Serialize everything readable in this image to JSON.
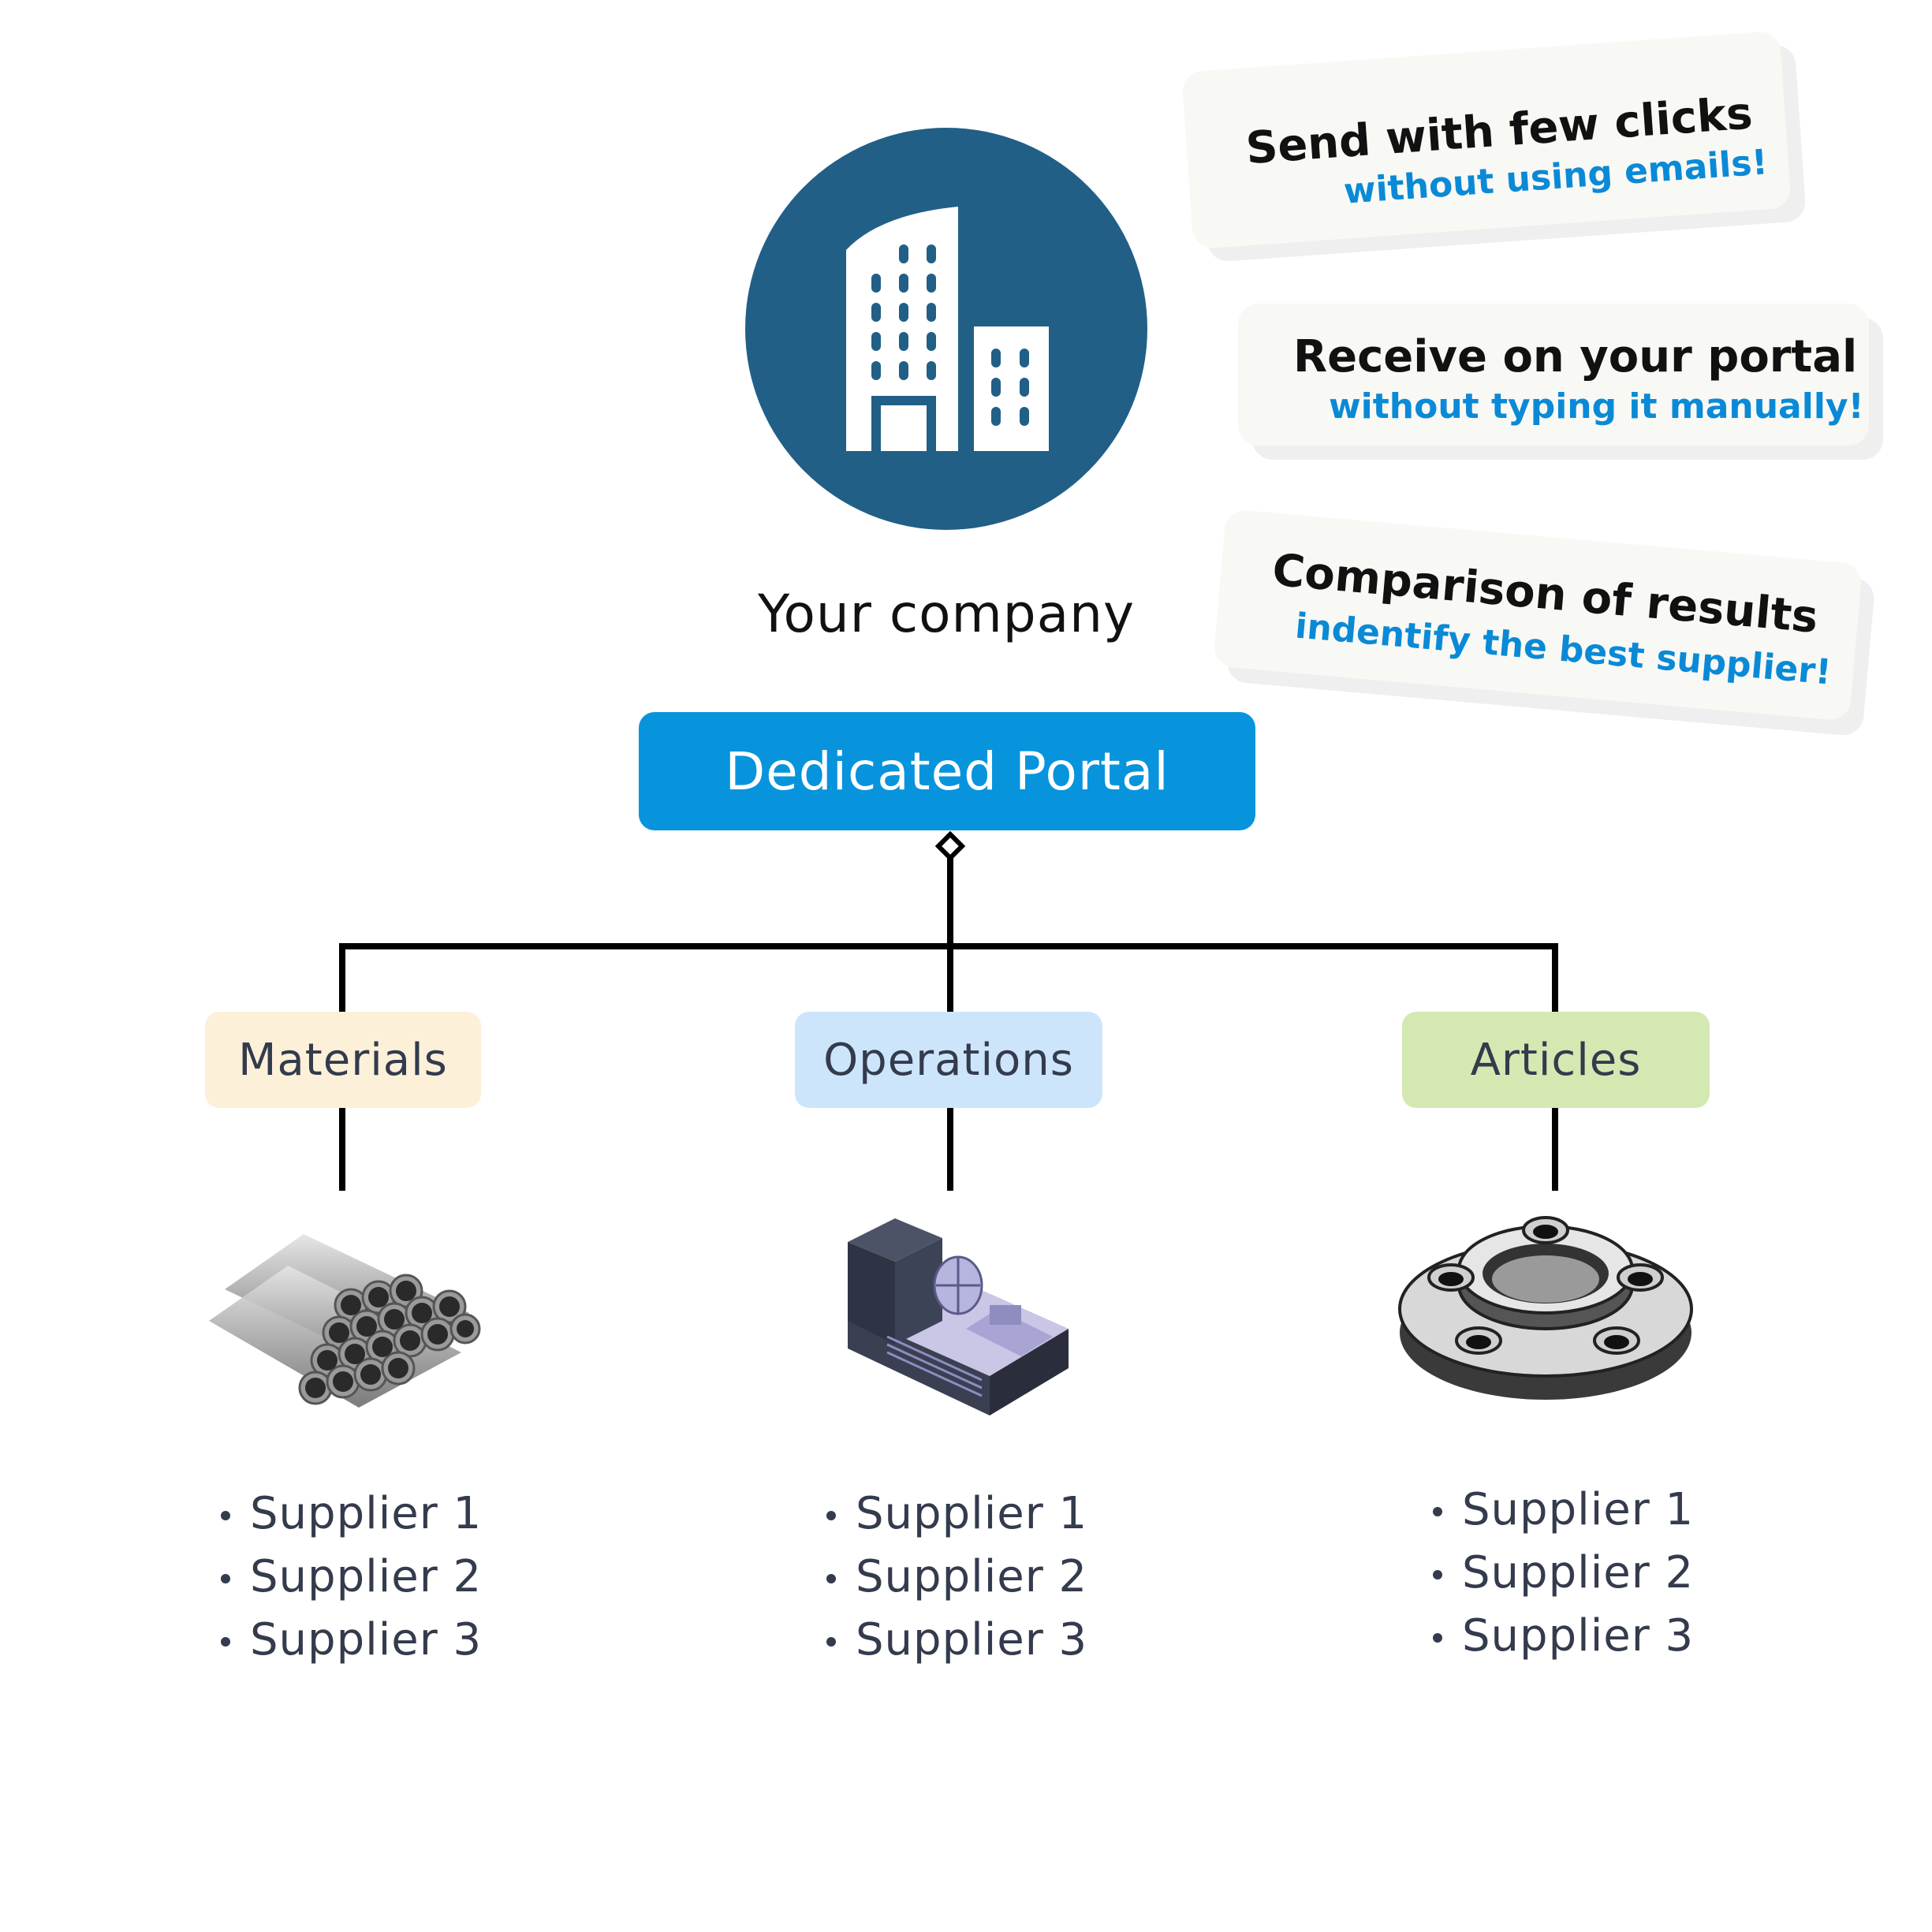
{
  "company": {
    "label": "Your company",
    "icon": "office-building-icon",
    "circle_color": "#215f87"
  },
  "callouts": [
    {
      "title": "Send with few clicks",
      "subtitle": "without using emails!"
    },
    {
      "title": "Receive on your portal",
      "subtitle": "without typing it manually!"
    },
    {
      "title": "Comparison of results",
      "subtitle": "indentify the best supplier!"
    }
  ],
  "portal": {
    "label": "Dedicated Portal",
    "color": "#0794dd"
  },
  "categories": [
    {
      "label": "Materials",
      "color": "#fdf0d9",
      "icon": "steel-pipes-icon",
      "suppliers": [
        "Supplier 1",
        "Supplier 2",
        "Supplier 3"
      ]
    },
    {
      "label": "Operations",
      "color": "#cde5fb",
      "icon": "cnc-machine-icon",
      "suppliers": [
        "Supplier 1",
        "Supplier 2",
        "Supplier 3"
      ]
    },
    {
      "label": "Articles",
      "color": "#d4e8b2",
      "icon": "flange-part-icon",
      "suppliers": [
        "Supplier 1",
        "Supplier 2",
        "Supplier 3"
      ]
    }
  ],
  "colors": {
    "accent_text": "#0a8ad6",
    "label_text": "#333b4d"
  }
}
